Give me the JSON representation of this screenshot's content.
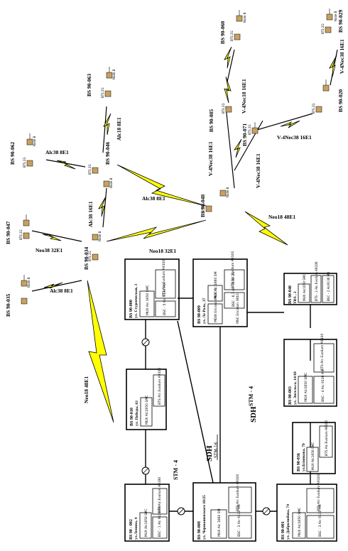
{
  "nodes": [
    {
      "id": "bs029",
      "label": "BS 90-029"
    },
    {
      "id": "bs020",
      "label": "BS 90-020"
    },
    {
      "id": "bs060",
      "label": "BS 90-060"
    },
    {
      "id": "bs063",
      "label": "BS 90-063"
    },
    {
      "id": "bs085",
      "label": "BS 90-085"
    },
    {
      "id": "bs071",
      "label": "BS 90-071"
    },
    {
      "id": "bs062",
      "label": "BS 90-062"
    },
    {
      "id": "bs046",
      "label": "BS 90-046"
    },
    {
      "id": "bs048",
      "label": "BS 90-048"
    },
    {
      "id": "bs047",
      "label": "BS 90-047"
    },
    {
      "id": "bs034",
      "label": "BS 90-034"
    },
    {
      "id": "bs035",
      "label": "BS 90-035"
    }
  ],
  "links": [
    {
      "id": "l1",
      "label": "V-4Nec38 16E1"
    },
    {
      "id": "l2",
      "label": "V-4Nec18 16E1"
    },
    {
      "id": "l3",
      "label": "V-4Nec38 16E1"
    },
    {
      "id": "l4",
      "label": "V-4Nec38 16E1"
    },
    {
      "id": "l5",
      "label": "V-4Nec38 16E1"
    },
    {
      "id": "l6",
      "label": "Alc18 8E1"
    },
    {
      "id": "l7",
      "label": "Alc38 8E1"
    },
    {
      "id": "l8",
      "label": "Alc38 16E1"
    },
    {
      "id": "l9",
      "label": "Alc38 8E1"
    },
    {
      "id": "l10",
      "label": "Neo38 32E1"
    },
    {
      "id": "l11",
      "label": "Alc38 8E1"
    },
    {
      "id": "l12",
      "label": "Neo18 32E1"
    },
    {
      "id": "l13",
      "label": "Neo18 48E1"
    },
    {
      "id": "l14",
      "label": "Neo18 48E1"
    }
  ],
  "equipment": {
    "bts": "BTS 2G",
    "node": "Node B"
  },
  "sites": [
    {
      "id": "s000",
      "title": "BS 90-000",
      "address": "ул. Студенческая, 3",
      "mux": "MUX Alc 1650 SMC",
      "bts": "BTS Alc Evolium A9100",
      "bsc": "BSC - 5 Alc 9130 MX"
    },
    {
      "id": "s009",
      "title": "BS 90-009",
      "address": "ул. Ле Роль, 37",
      "mux": "MUX Alc 1660 SM",
      "bts": "BTS Alc Evolium A9100",
      "mgw": "MGW Ericsson MGC-1",
      "bsc": "BSC - 6,7 Alc 9130 2G",
      "msc": "MSC Ericsson 3810"
    },
    {
      "id": "s040",
      "title": "BS 90-040",
      "address": "TRS , 2",
      "mux": "MUX Alc1650 SMC",
      "bts": "BTS - 2 Alc Evolium A9100",
      "bsc": "BSC - 2 Alc9130 MX"
    },
    {
      "id": "s010",
      "title": "BS 90-010",
      "address": "ул. Победы, 63",
      "mux": "MUX Alc1650 SMC",
      "bts": "BTS Alc Evolium A9100"
    },
    {
      "id": "s003",
      "title": "BS 90-003",
      "address": "ул. Энгельса, 14/18",
      "mux": "MUX Alc1650 SMC",
      "bts": "BTS Alc Evolium A9100",
      "bsc": "BSC - 4 Alc 9130 MX"
    },
    {
      "id": "s036",
      "title": "BS 90-036",
      "address": "ул.Блинкова, 79",
      "mux": "MUX Alc1650 SMC",
      "bts": "BTS Alc Evolium A9100"
    },
    {
      "id": "s002",
      "title": "BS 90 - 002",
      "address": "ул.Ленина, 4",
      "mux": "MUX Alc1650 SMC",
      "bts": "BTS Alc Evolium A9100",
      "bsc": "BSC - 1 Alc 9130 MX"
    },
    {
      "id": "s008",
      "title": "BS 90-008",
      "address": "ул. Чернышевского 10/25",
      "mux": "MUX Alc 1660 SM",
      "bts": "BTS Alc Evolium A9100",
      "bsc": "BSC - 3 Alc 9130 MX"
    },
    {
      "id": "s001",
      "title": "BS 90-001",
      "address": "ул. Добролюбова, 74",
      "mux": "MUX Alc1650 SMC",
      "bts": "BTS Alc Evolium A9100",
      "bsc": "BSC - 3 Alc 9130 MX"
    }
  ],
  "ring": {
    "stm_left": "STM - 4",
    "stm_right": "STM - 4",
    "sdh_big": "SDH",
    "sdh_small": "SDH",
    "stm16": "STM-16"
  }
}
